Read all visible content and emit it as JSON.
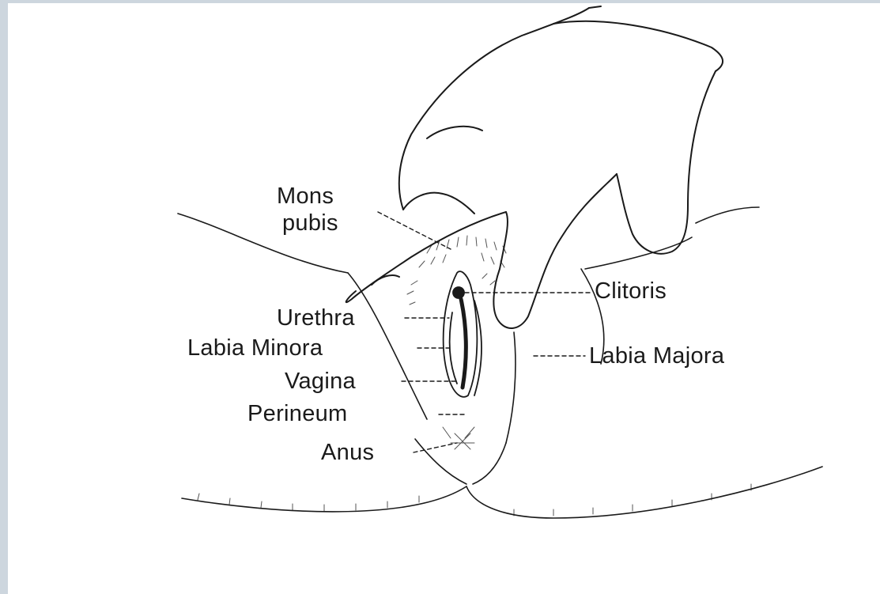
{
  "labels": {
    "mons_line1": "Mons",
    "mons_line2": "pubis",
    "clitoris": "Clitoris",
    "urethra": "Urethra",
    "labia_minora": "Labia Minora",
    "labia_majora": "Labia Majora",
    "vagina": "Vagina",
    "perineum": "Perineum",
    "anus": "Anus"
  },
  "colors": {
    "ink": "#1a1a1a",
    "frame_edge": "#cdd6de",
    "background": "#ffffff"
  }
}
